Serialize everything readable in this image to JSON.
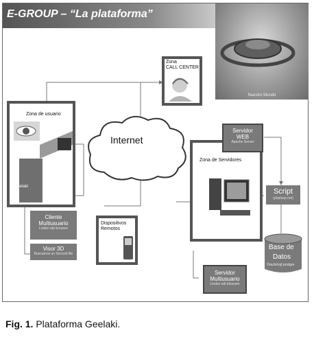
{
  "title": "E-GROUP – “La plataforma”",
  "earth_caption": "Nuestro Mundo",
  "call_center": {
    "line1": "Zona",
    "line2": "CALL CENTER"
  },
  "user_zone": {
    "label": "Zona de usuario",
    "brand": "geelaki"
  },
  "internet": "Internet",
  "cliente": {
    "line1": "Cliente",
    "line2": "Multiusuario",
    "sub": "Linden lab browser"
  },
  "visor": {
    "line1": "Visor 3D",
    "sub": "Buscamos un Second life"
  },
  "dispositivos": {
    "line1": "Dispositivos",
    "line2": "Remotos"
  },
  "server_zone": "Zona de Servidores",
  "servidor_web": {
    "line1": "Servidor",
    "line2": "WEB",
    "sub": "Apache Server"
  },
  "script": {
    "label": "Script",
    "sub": "(php/asp.net)"
  },
  "base_datos": {
    "line1": "Base de",
    "line2": "Datos",
    "sub": "Oracle/sql postgre"
  },
  "servidor_multi": {
    "line1": "Servidor",
    "line2": "Multiusuario",
    "sub": "Linden lab blossom"
  },
  "figure_caption": {
    "prefix": "Fig. 1.",
    "text": "Plataforma Geelaki."
  },
  "colors": {
    "box_grey": "#7a7a7a",
    "border": "#555555"
  }
}
